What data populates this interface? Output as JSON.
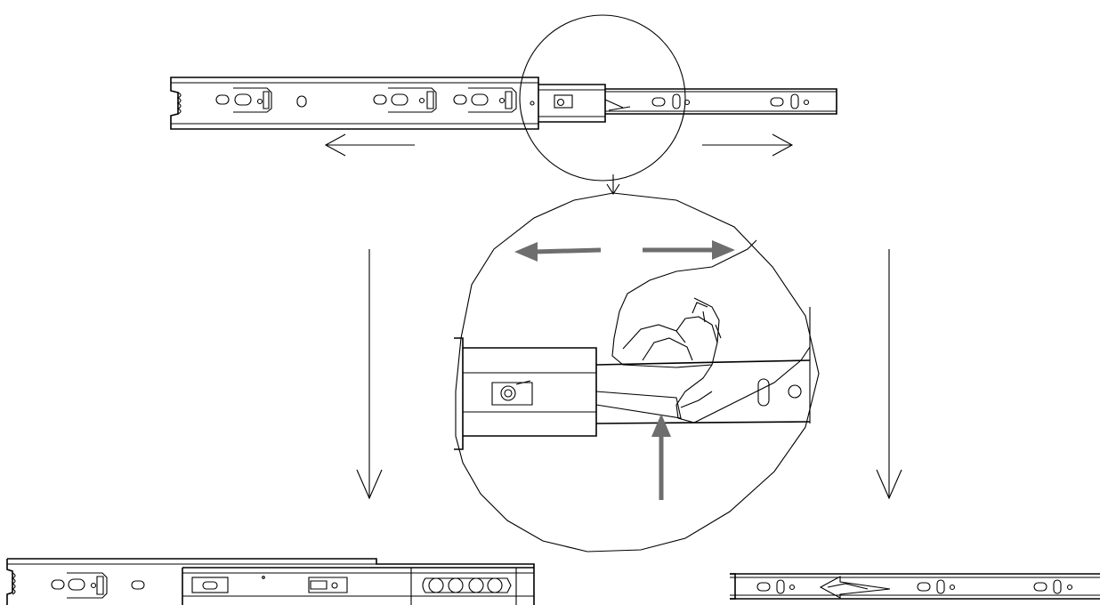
{
  "diagram": {
    "description_visible_text": [],
    "colors": {
      "line": "#000000",
      "background": "#ffffff",
      "action_arrow": "#6e6e6e"
    },
    "icons": [
      "slide-rail-assembled",
      "detail-circle",
      "magnifier-arrow",
      "hand-pressing-release-lever",
      "split-left-arrow",
      "split-right-arrow",
      "down-arrow-left",
      "down-arrow-right",
      "cabinet-member-rail",
      "drawer-member-rail"
    ]
  }
}
